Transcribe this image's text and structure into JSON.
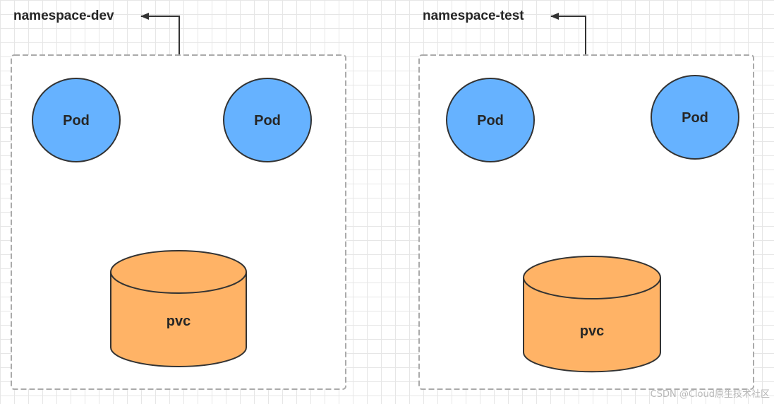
{
  "namespaces": [
    {
      "label": "namespace-dev",
      "pods": [
        "Pod",
        "Pod"
      ],
      "pvc": "pvc"
    },
    {
      "label": "namespace-test",
      "pods": [
        "Pod",
        "Pod"
      ],
      "pvc": "pvc"
    }
  ],
  "colors": {
    "pod_fill": "#66b2ff",
    "pvc_fill": "#ffb366",
    "outline": "#333333",
    "boundary": "#aaaaaa",
    "grid": "#e6e6e6"
  },
  "watermark": "CSDN @Cloud原生技术社区"
}
